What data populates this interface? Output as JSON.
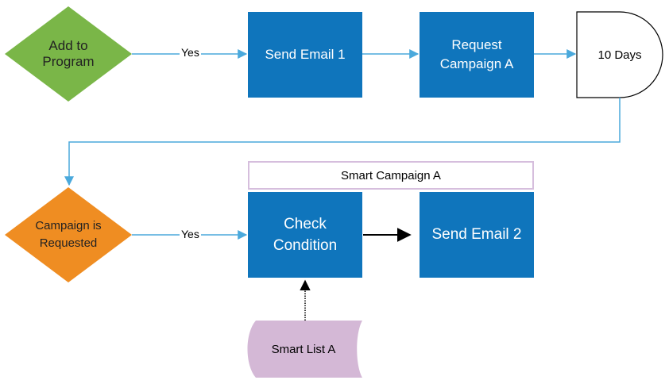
{
  "nodes": {
    "add_to_program": {
      "label": "Add to\nProgram",
      "fill": "#7ab648",
      "text_color": "#222222"
    },
    "send_email_1": {
      "label": "Send Email 1",
      "fill": "#0f75bc"
    },
    "request_campaign_a": {
      "label": "Request\nCampaign A",
      "fill": "#0f75bc"
    },
    "ten_days": {
      "label": "10 Days"
    },
    "campaign_is_requested": {
      "label": "Campaign is\nRequested",
      "fill": "#ef8d22",
      "text_color": "#222222"
    },
    "smart_campaign_a": {
      "label": "Smart Campaign A",
      "border": "#c9a9d3"
    },
    "check_condition": {
      "label": "Check\nCondition",
      "fill": "#0f75bc"
    },
    "send_email_2": {
      "label": "Send Email 2",
      "fill": "#0f75bc"
    },
    "smart_list_a": {
      "label": "Smart List A",
      "fill": "#d4b8d6"
    }
  },
  "edges": {
    "yes_1": {
      "label": "Yes"
    },
    "yes_2": {
      "label": "Yes"
    }
  },
  "colors": {
    "connector": "#4aa9dc",
    "black_arrow": "#000000"
  }
}
